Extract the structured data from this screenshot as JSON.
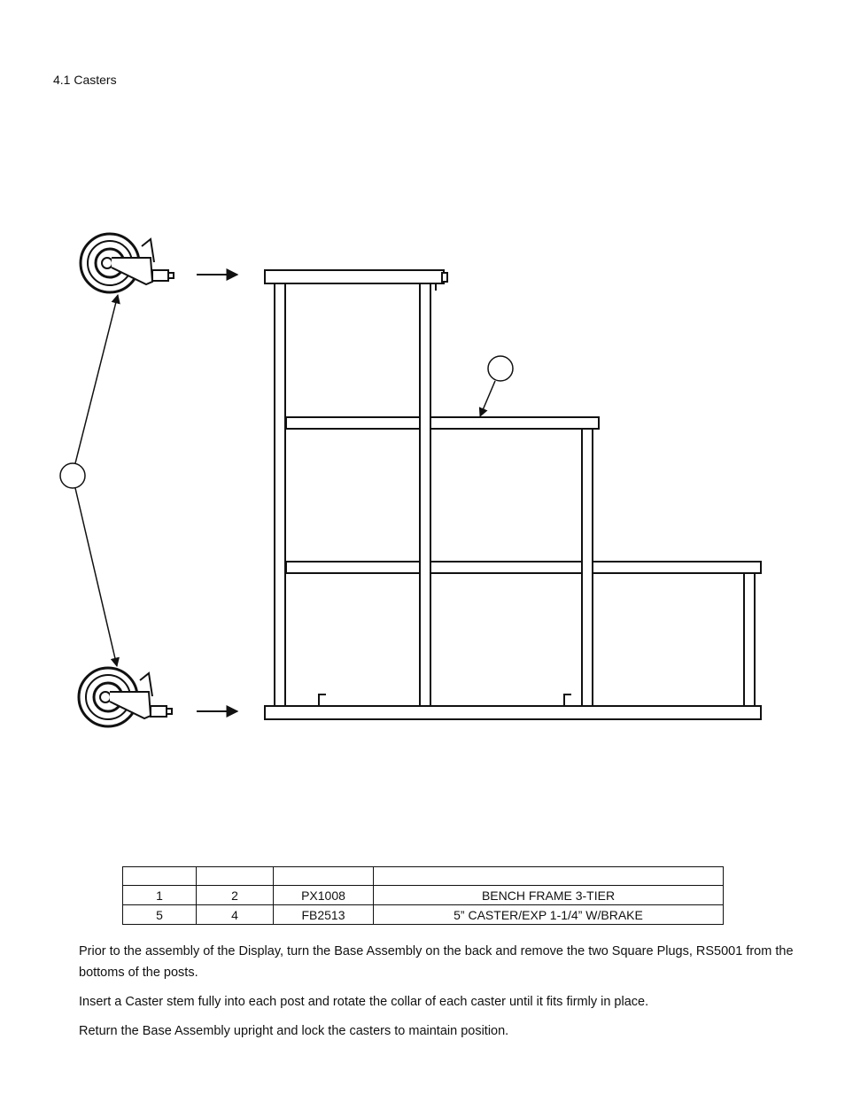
{
  "section": {
    "title": "4.1 Casters"
  },
  "drawing": {
    "callout_frame": "",
    "callout_casters": ""
  },
  "parts_table": {
    "headers": [
      "",
      "",
      "",
      ""
    ],
    "rows": [
      [
        "1",
        "2",
        "PX1008",
        "BENCH FRAME 3-TIER"
      ],
      [
        "5",
        "4",
        "FB2513",
        "5” CASTER/EXP 1-1/4” W/BRAKE"
      ]
    ]
  },
  "instructions": [
    "Prior to the assembly of the Display, turn the Base Assembly on the back and remove the two Square Plugs, RS5001 from the bottoms of the posts.",
    "Insert a Caster stem fully into each post and rotate the collar of each caster until it fits firmly in place.",
    "Return the Base Assembly upright and lock the casters to maintain position."
  ]
}
